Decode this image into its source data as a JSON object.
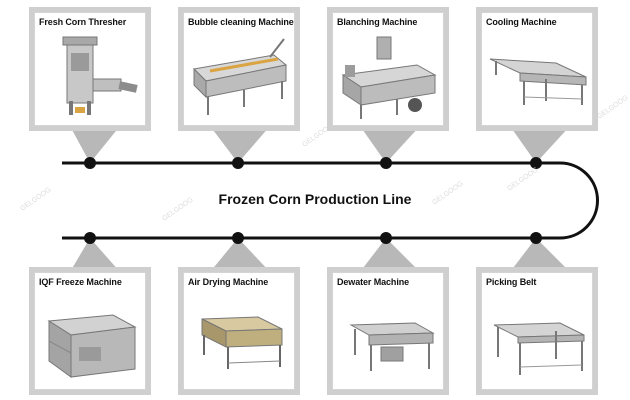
{
  "title": "Frozen Corn Production Line",
  "colors": {
    "line": "#111111",
    "card_frame": "#cfcfcf",
    "pointer": "#b8b8b8",
    "machine": "#8c8c8c",
    "machine_light": "#c8c8c8"
  },
  "top_steps": [
    {
      "label": "Fresh Corn Thresher",
      "icon": "thresher-machine-icon"
    },
    {
      "label": "Bubble cleaning Machine",
      "icon": "bubble-washer-icon"
    },
    {
      "label": "Blanching Machine",
      "icon": "blancher-icon"
    },
    {
      "label": "Cooling Machine",
      "icon": "cooling-conveyor-icon"
    }
  ],
  "bottom_steps": [
    {
      "label": "IQF Freeze Machine",
      "icon": "tunnel-freezer-icon"
    },
    {
      "label": "Air Drying Machine",
      "icon": "air-dryer-icon"
    },
    {
      "label": "Dewater  Machine",
      "icon": "vibrating-dewaterer-icon"
    },
    {
      "label": "Picking Belt",
      "icon": "picking-conveyor-icon"
    }
  ]
}
